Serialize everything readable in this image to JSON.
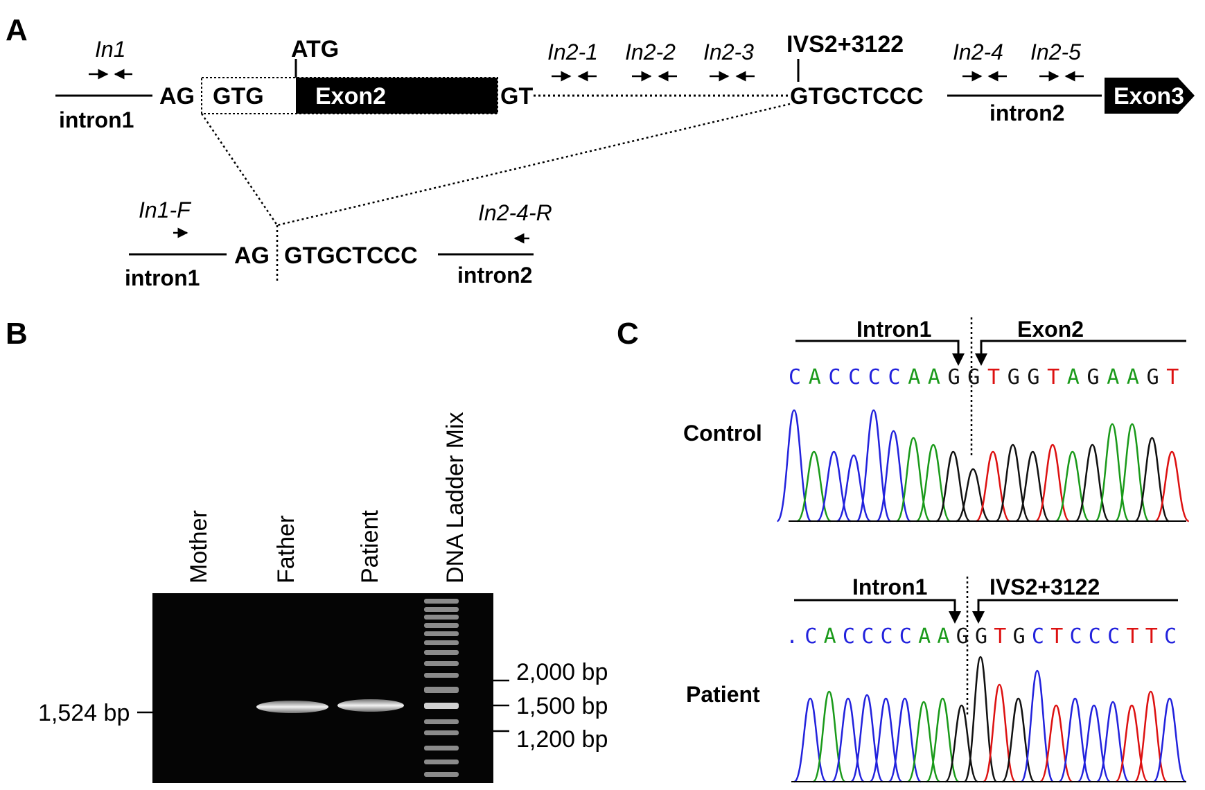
{
  "panelA": {
    "panel_label": "A",
    "top": {
      "intron1_label": "intron1",
      "ag": "AG",
      "gtg": "GTG",
      "exon2": "Exon2",
      "gt": "GT",
      "atg": "ATG",
      "ivs": "IVS2+3122",
      "gtgctccc": "GTGCTCCC",
      "intron2_label": "intron2",
      "exon3": "Exon3",
      "primers": [
        "In1",
        "In2-1",
        "In2-2",
        "In2-3",
        "In2-4",
        "In2-5"
      ]
    },
    "bottom": {
      "primer_f": "In1-F",
      "primer_r": "In2-4-R",
      "intron1_label": "intron1",
      "ag": "AG",
      "gtgctccc": "GTGCTCCC",
      "intron2_label": "intron2"
    }
  },
  "panelB": {
    "panel_label": "B",
    "lanes": [
      "Mother",
      "Father",
      "Patient",
      "DNA Ladder Mix"
    ],
    "band_label": "1,524 bp",
    "ladder_marks": [
      "2,000 bp",
      "1,500 bp",
      "1,200 bp"
    ]
  },
  "panelC": {
    "panel_label": "C",
    "control": {
      "sample": "Control",
      "left_region": "Intron1",
      "right_region": "Exon2",
      "sequence": [
        "C",
        "A",
        "C",
        "C",
        "C",
        "C",
        "A",
        "A",
        "G",
        "G",
        "T",
        "G",
        "G",
        "T",
        "A",
        "G",
        "A",
        "A",
        "G",
        "T"
      ]
    },
    "patient": {
      "sample": "Patient",
      "left_region": "Intron1",
      "right_region": "IVS2+3122",
      "sequence": [
        ".",
        "C",
        "A",
        "C",
        "C",
        "C",
        "C",
        "A",
        "A",
        "G",
        "G",
        "T",
        "G",
        "C",
        "T",
        "C",
        "C",
        "C",
        "T",
        "T",
        "C"
      ]
    },
    "base_colors": {
      "A": "#1a9a1a",
      "C": "#2222dd",
      "G": "#111111",
      "T": "#dd1111",
      ".": "#2222dd"
    }
  }
}
